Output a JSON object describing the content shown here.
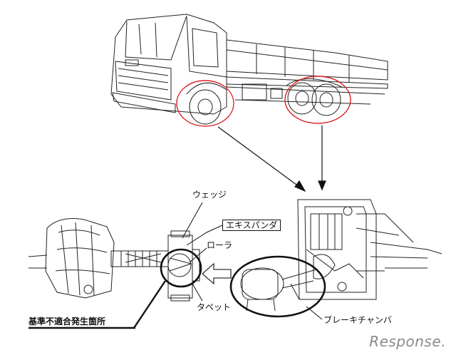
{
  "labels": {
    "wedge": "ウェッジ",
    "expander": "エキスパンダ",
    "roller": "ローラ",
    "tappet": "タペット",
    "brake_chamber": "ブレーキチャンバ",
    "nonconformity_location": "基準不適合発生箇所"
  },
  "watermark": "Response."
}
